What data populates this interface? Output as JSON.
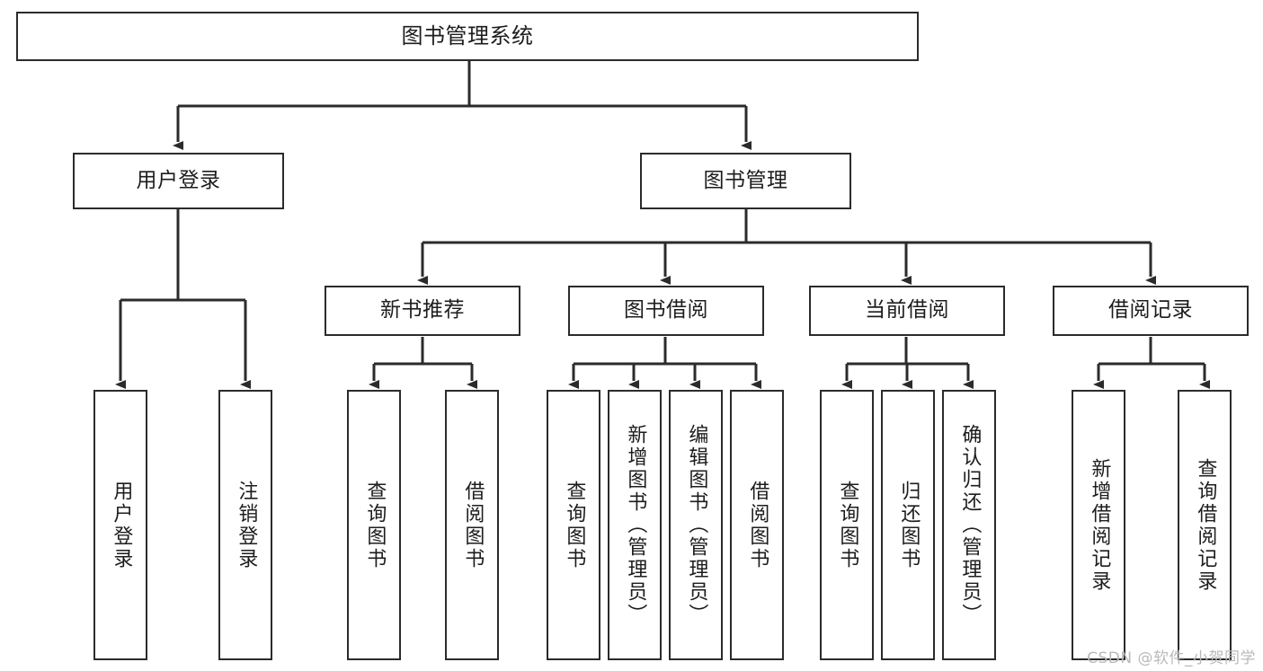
{
  "diagram": {
    "title": "图书管理系统",
    "watermark": "CSDN @软件_小贺同学",
    "colors": {
      "stroke": "#2b2b2b",
      "fill": "#ffffff",
      "text": "#1d1d1d",
      "watermark": "#b9b9b9"
    },
    "root": {
      "label": "图书管理系统"
    },
    "level2": [
      {
        "label": "用户登录"
      },
      {
        "label": "图书管理"
      }
    ],
    "level3": [
      {
        "label": "新书推荐"
      },
      {
        "label": "图书借阅"
      },
      {
        "label": "当前借阅"
      },
      {
        "label": "借阅记录"
      }
    ],
    "leaves": {
      "user_login": [
        {
          "label": "用户登录"
        },
        {
          "label": "注销登录"
        }
      ],
      "new_book_recommend": [
        {
          "label": "查询图书"
        },
        {
          "label": "借阅图书"
        }
      ],
      "book_borrow": [
        {
          "label": "查询图书"
        },
        {
          "label": "新增图书（管理员）"
        },
        {
          "label": "编辑图书（管理员）"
        },
        {
          "label": "借阅图书"
        }
      ],
      "current_borrow": [
        {
          "label": "查询图书"
        },
        {
          "label": "归还图书"
        },
        {
          "label": "确认归还（管理员）"
        }
      ],
      "borrow_record": [
        {
          "label": "新增借阅记录"
        },
        {
          "label": "查询借阅记录"
        }
      ]
    }
  }
}
